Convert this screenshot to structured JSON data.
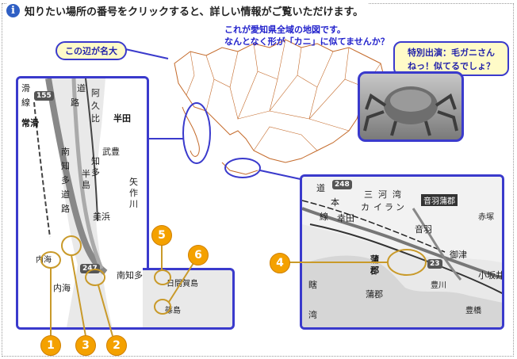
{
  "header": {
    "icon": "info-icon",
    "text": "知りたい場所の番号をクリックすると、詳しい情報がご覧いただけます。"
  },
  "aichi_caption": {
    "line1": "これが愛知県全域の地図です。",
    "line2": "なんとなく形が「カニ」に似てませんか？"
  },
  "meidai_label": "この辺が名大",
  "crab_bubble": {
    "line1": "特別出演：毛ガニさん",
    "line2": "ねっ！似てるでしょ？"
  },
  "left_map": {
    "labels": [
      "滑",
      "線",
      "道",
      "阿",
      "路",
      "久",
      "比",
      "半田",
      "常滑",
      "武豊",
      "南",
      "知",
      "多",
      "道",
      "路",
      "知",
      "多",
      "半",
      "島",
      "矢",
      "作",
      "川",
      "美浜",
      "内海",
      "内海",
      "南知多",
      "日間賀島",
      "篠島"
    ],
    "shields": [
      "155",
      "247"
    ]
  },
  "right_map": {
    "labels": [
      "道",
      "線",
      "本",
      "三",
      "河",
      "湾",
      "幸田",
      "ラ",
      "イ",
      "ン",
      "カ",
      "音羽蒲郡",
      "音羽",
      "赤塚",
      "御津",
      "蒲",
      "郡",
      "蒲郡",
      "豊川",
      "小坂井",
      "豊橋",
      "湾",
      "瞎"
    ],
    "shields": [
      "248",
      "23"
    ]
  },
  "badges": [
    "1",
    "2",
    "3",
    "4",
    "5",
    "6"
  ],
  "colors": {
    "accent": "#3a3acc",
    "badge": "#f4a100",
    "bubble_bg": "#fffbc8"
  }
}
